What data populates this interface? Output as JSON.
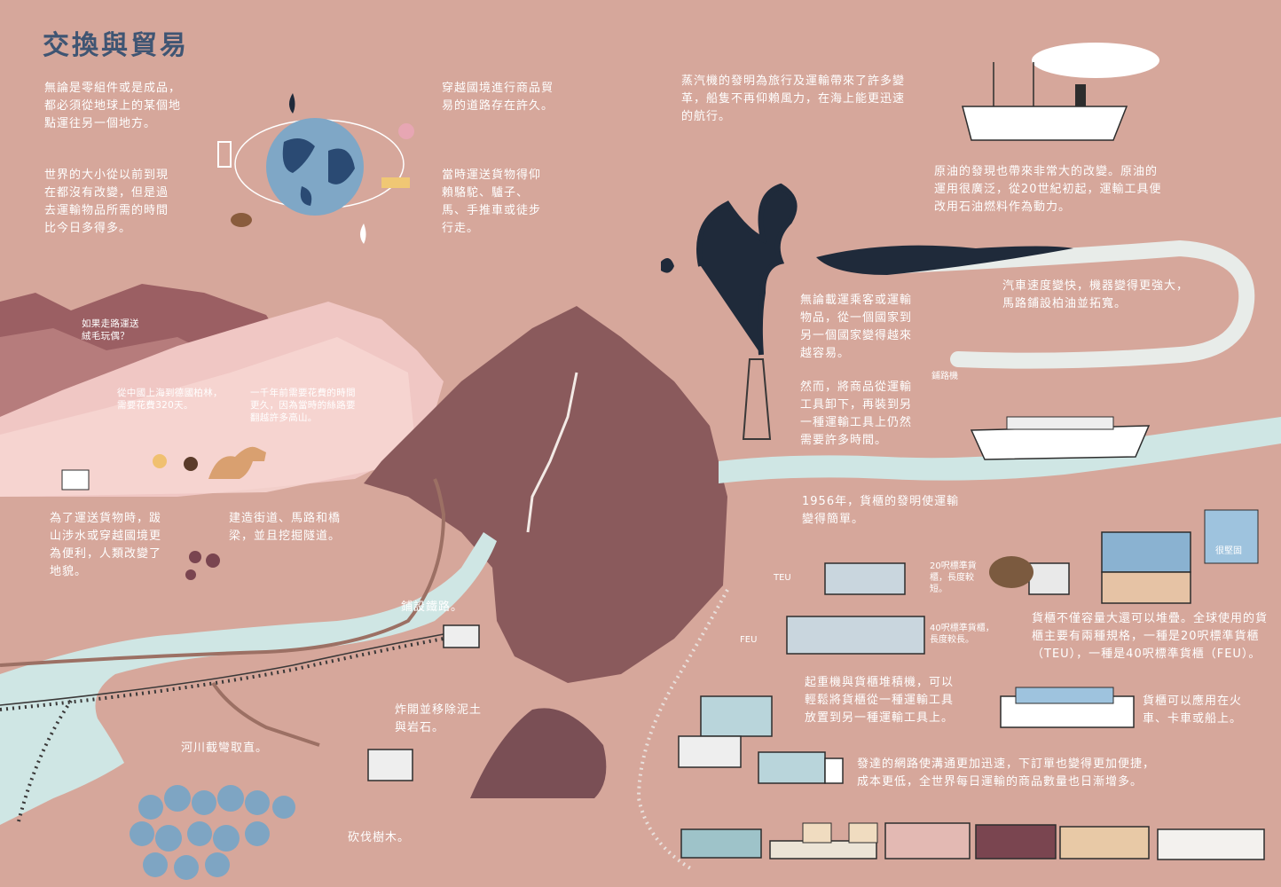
{
  "title": "交換與貿易",
  "texts": {
    "intro_1": "無論是零組件或是成品，\n都必須從地球上的某個地\n點運往另一個地方。",
    "intro_2": "世界的大小從以前到現\n在都沒有改變，但是過\n去運輸物品所需的時間\n比今日多得多。",
    "routes": "穿越國境進行商品貿\n易的道路存在許久。",
    "animals": "當時運送貨物得仰\n賴駱駝、驢子、\n馬、手推車或徒步\n行走。",
    "steam": "蒸汽機的發明為旅行及運輸帶來了許多變\n革，船隻不再仰賴風力，在海上能更迅速\n的航行。",
    "oil": "原油的發現也帶來非常大的改變。原油的\n運用很廣泛，從20世紀初起，運輸工具便\n改用石油燃料作為動力。",
    "plush": "如果走路運送\n絨毛玩偶？",
    "shanghai": "從中國上海到德國柏林，\n需要花費320天。",
    "silk_road": "一千年前需要花費的時間\n更久，因為當時的絲路要\n翻越許多高山。",
    "landscape": "為了運送貨物時，跋\n山涉水或穿越國境更\n為便利，人類改變了\n地貌。",
    "build": "建造街道、馬路和橋\n梁，並且挖掘隧道。",
    "easier": "無論載運乘客或運輸\n物品，從一個國家到\n另一個國家變得越來\n越容易。",
    "cars": "汽車速度變快，機器變得更強大，\n馬路鋪設柏油並拓寬。",
    "paver": "鋪路機",
    "unload": "然而，將商品從運輸\n工具卸下，再裝到另\n一種運輸工具上仍然\n需要許多時間。",
    "container_1956": "1956年，貨櫃的發明使運輸\n變得簡單。",
    "teu_label": "TEU",
    "teu_desc": "20呎標準貨\n櫃，長度較\n短。",
    "feu_label": "FEU",
    "feu_desc": "40呎標準貨櫃，\n長度較長。",
    "sturdy": "很堅固",
    "stack": "貨櫃不僅容量大還可以堆疊。全球使用的貨\n櫃主要有兩種規格，一種是20呎標準貨櫃\n（TEU），一種是40呎標準貨櫃（FEU）。",
    "railway": "鋪設鐵路。",
    "crane": "起重機與貨櫃堆積機，可以\n輕鬆將貨櫃從一種運輸工具\n放置到另一種運輸工具上。",
    "usage": "貨櫃可以應用在火\n車、卡車或船上。",
    "blast": "炸開並移除泥土\n與岩石。",
    "river": "河川截彎取直。",
    "network": "發達的網路使溝通更加迅速，下訂單也變得更加便捷，\n成本更低，全世界每日運輸的商品數量也日漸增多。",
    "trees": "砍伐樹木。"
  },
  "colors": {
    "background": "#d6a79b",
    "title": "#3f5573",
    "mountain": "#8a5a5c",
    "river": "#cfe6e4",
    "oil": "#1f2a3a"
  }
}
